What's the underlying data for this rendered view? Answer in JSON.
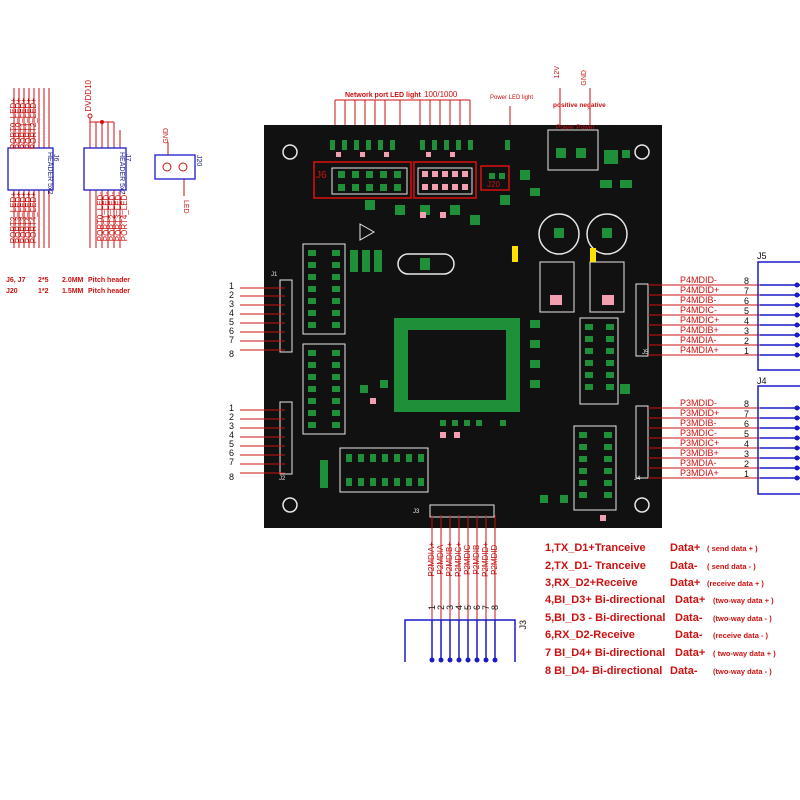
{
  "top": {
    "network_led": "Network port LED light",
    "speed": "100/1000",
    "power_led": "Power LED light",
    "v12": "12V",
    "gnd": "GND",
    "polarity": "positive negative",
    "power": "Power Power"
  },
  "left_panel": {
    "j6_left_pins": [
      "PORT0_LED+",
      "PORT0_LED+",
      "PORT1_LED+",
      "PORT1_LED+",
      "PORT2_LED+"
    ],
    "j6_right_pins": [
      "PORT2_LED+",
      "PORT3_LED+",
      "PORT3_LED+",
      "PORT4_LED+",
      "PORT4_LED+"
    ],
    "j7_top": "DVDD10",
    "j7_pins": [
      "PORT0_LED-",
      "PORT1_LED-",
      "PORT2_LED-",
      "PORT3_LED-",
      "PORT4_LED-"
    ],
    "j6_name": "J6",
    "j7_name": "J7",
    "j6_rot": "HEADER 5x2",
    "j7_rot": "HEADER 5x2",
    "j20_name": "J20",
    "gnd": "GND",
    "led": "LED",
    "spec_row1": [
      "J6, J7",
      "2*5",
      "2.0MM",
      "Pitch header"
    ],
    "spec_row2": [
      "J20",
      "1*2",
      "1.5MM",
      "Pitch header"
    ]
  },
  "pcb": {
    "j6": "J6",
    "j20": "J20",
    "j1": "J1",
    "j2": "J2",
    "j3": "J3",
    "j4": "J4",
    "j5": "J5"
  },
  "left_connectors": {
    "upper_numbers": [
      "1",
      "2",
      "3",
      "4",
      "5",
      "6",
      "7",
      "8"
    ],
    "lower_numbers": [
      "1",
      "2",
      "3",
      "4",
      "5",
      "6",
      "7",
      "8"
    ]
  },
  "j5": {
    "name": "J5",
    "signals": [
      "P4MDID-",
      "P4MDID+",
      "P4MDIB-",
      "P4MDIC-",
      "P4MDIC+",
      "P4MDIB+",
      "P4MDIA-",
      "P4MDIA+"
    ],
    "pins": [
      "8",
      "7",
      "6",
      "5",
      "4",
      "3",
      "2",
      "1"
    ]
  },
  "j4": {
    "name": "J4",
    "signals": [
      "P3MDID-",
      "P3MDID+",
      "P3MDIB-",
      "P3MDIC-",
      "P3MDIC+",
      "P3MDIB+",
      "P3MDIA-",
      "P3MDIA+"
    ],
    "pins": [
      "8",
      "7",
      "6",
      "5",
      "4",
      "3",
      "2",
      "1"
    ]
  },
  "j3": {
    "name": "J3",
    "signals": [
      "P2MDIA+",
      "P2MDIA-",
      "P2MDIB+",
      "P2MDIC+",
      "P2MDIC-",
      "P2MDIB-",
      "P2MDID+",
      "P2MDID-"
    ],
    "pins": [
      "1",
      "2",
      "3",
      "4",
      "5",
      "6",
      "7",
      "8"
    ]
  },
  "legend": [
    {
      "name": "1,TX_D1+Tranceive",
      "data": "Data+",
      "desc": "( send data + )"
    },
    {
      "name": "2,TX_D1- Tranceive",
      "data": "Data-",
      "desc": "( send data - )"
    },
    {
      "name": "3,RX_D2+Receive",
      "data": "Data+",
      "desc": "(receive data + )"
    },
    {
      "name": "4,BI_D3+ Bi-directional",
      "data": "Data+",
      "desc": "(two-way data + )"
    },
    {
      "name": "5,BI_D3 - Bi-directional",
      "data": "Data-",
      "desc": "(two-way data - )"
    },
    {
      "name": "6,RX_D2-Receive",
      "data": "Data-",
      "desc": "(receive data - )"
    },
    {
      "name": "7 BI_D4+ Bi-directional",
      "data": "Data+",
      "desc": "( two-way data + )"
    },
    {
      "name": "8 BI_D4- Bi-directional",
      "data": "Data-",
      "desc": "(two-way data - )"
    }
  ],
  "colors": {
    "pcb": "#111111",
    "silk": "#e8e8e8",
    "pad": "#1f8f3a",
    "red": "#cc1111",
    "blue": "#1a1ac8",
    "chip_pink": "#f0a0b0",
    "yellow": "#ffe000"
  }
}
